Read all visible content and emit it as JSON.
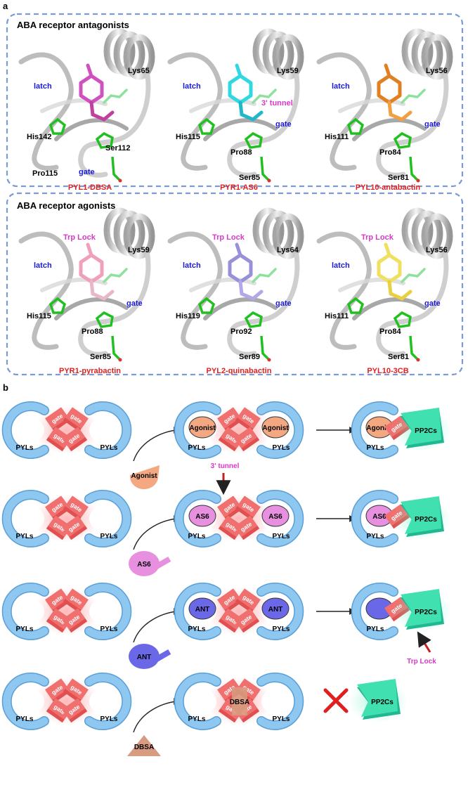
{
  "panel_a": {
    "letter": "a",
    "antagonists": {
      "title": "ABA receptor antagonists",
      "structures": [
        {
          "caption": "PYL1-DBSA",
          "residue_top": "Lys65",
          "residue_mid": "His142",
          "residue_right": "Ser112",
          "residue_bottom": "Pro115",
          "latch": "latch",
          "gate": "gate",
          "tunnel": ""
        },
        {
          "caption": "PYR1-AS6",
          "residue_top": "Lys59",
          "residue_mid": "His115",
          "residue_right": "Pro88",
          "residue_bottom": "Ser85",
          "latch": "latch",
          "gate": "gate",
          "tunnel": "3' tunnel"
        },
        {
          "caption": "PYL10-antabactin",
          "residue_top": "Lys56",
          "residue_mid": "His111",
          "residue_right": "Pro84",
          "residue_bottom": "Ser81",
          "latch": "latch",
          "gate": "gate",
          "tunnel": ""
        }
      ]
    },
    "agonists": {
      "title": "ABA receptor agonists",
      "structures": [
        {
          "caption": "PYR1-pyrabactin",
          "residue_top": "Lys59",
          "residue_mid": "His115",
          "residue_right": "Pro88",
          "residue_bottom": "Ser85",
          "latch": "latch",
          "gate": "gate",
          "trp": "Trp Lock"
        },
        {
          "caption": "PYL2-quinabactin",
          "residue_top": "Lys64",
          "residue_mid": "His119",
          "residue_right": "Pro92",
          "residue_bottom": "Ser89",
          "latch": "latch",
          "gate": "gate",
          "trp": "Trp Lock"
        },
        {
          "caption": "PYL10-3CB",
          "residue_top": "Lys56",
          "residue_mid": "His111",
          "residue_right": "Pro84",
          "residue_bottom": "Ser81",
          "latch": "latch",
          "gate": "gate",
          "trp": "Trp Lock"
        }
      ]
    }
  },
  "panel_b": {
    "letter": "b",
    "receptor": "PYLs",
    "gate": "gate",
    "phosphatase": "PP2Cs",
    "tunnel_label": "3' tunnel",
    "trp_lock_label": "Trp Lock",
    "rows": [
      {
        "ligand": "Agonist",
        "color": "#f4a882"
      },
      {
        "ligand": "AS6",
        "color": "#e890e0"
      },
      {
        "ligand": "ANT",
        "color": "#6b68e8"
      },
      {
        "ligand": "DBSA",
        "color": "#d89a80"
      }
    ]
  },
  "colors": {
    "frame": "#7a9bd4",
    "red_text": "#e02020",
    "blue_text": "#1a1ad8",
    "magenta_text": "#d838c8",
    "pyl": "#8ec8f0",
    "gate": "#f07070",
    "pp2c": "#40e0b0"
  }
}
